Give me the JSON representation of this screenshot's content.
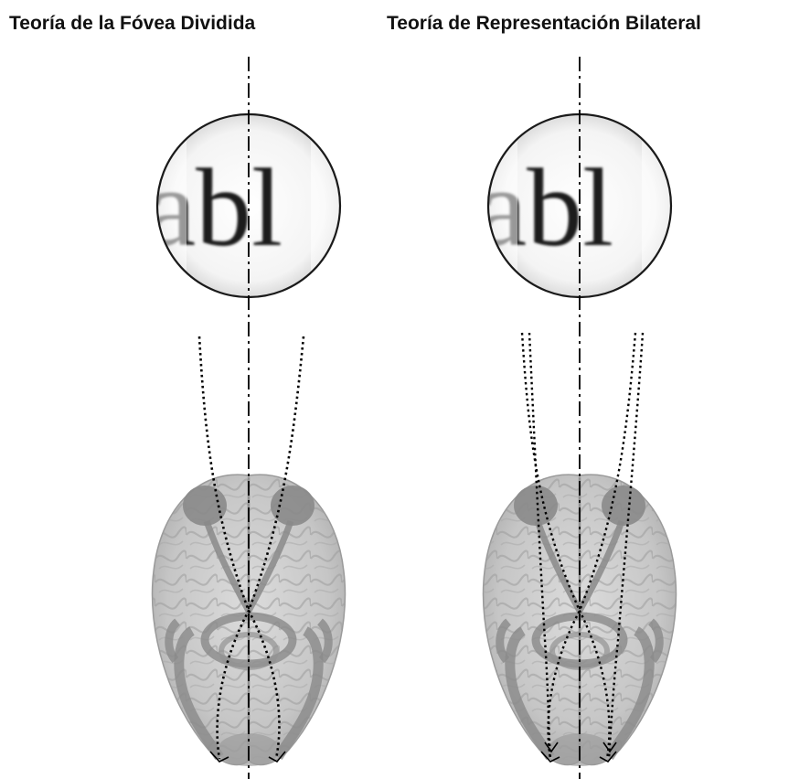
{
  "titles": {
    "left": "Teoría de la Fóvea Dividida",
    "right": "Teoría de Representación Bilateral"
  },
  "magnifier_text": "abl",
  "colors": {
    "text": "#111111",
    "brain_light": "#d2d2d2",
    "brain_mid": "#b9b9b9",
    "brain_dark": "#8a8a8a",
    "pathway": "#000000"
  }
}
